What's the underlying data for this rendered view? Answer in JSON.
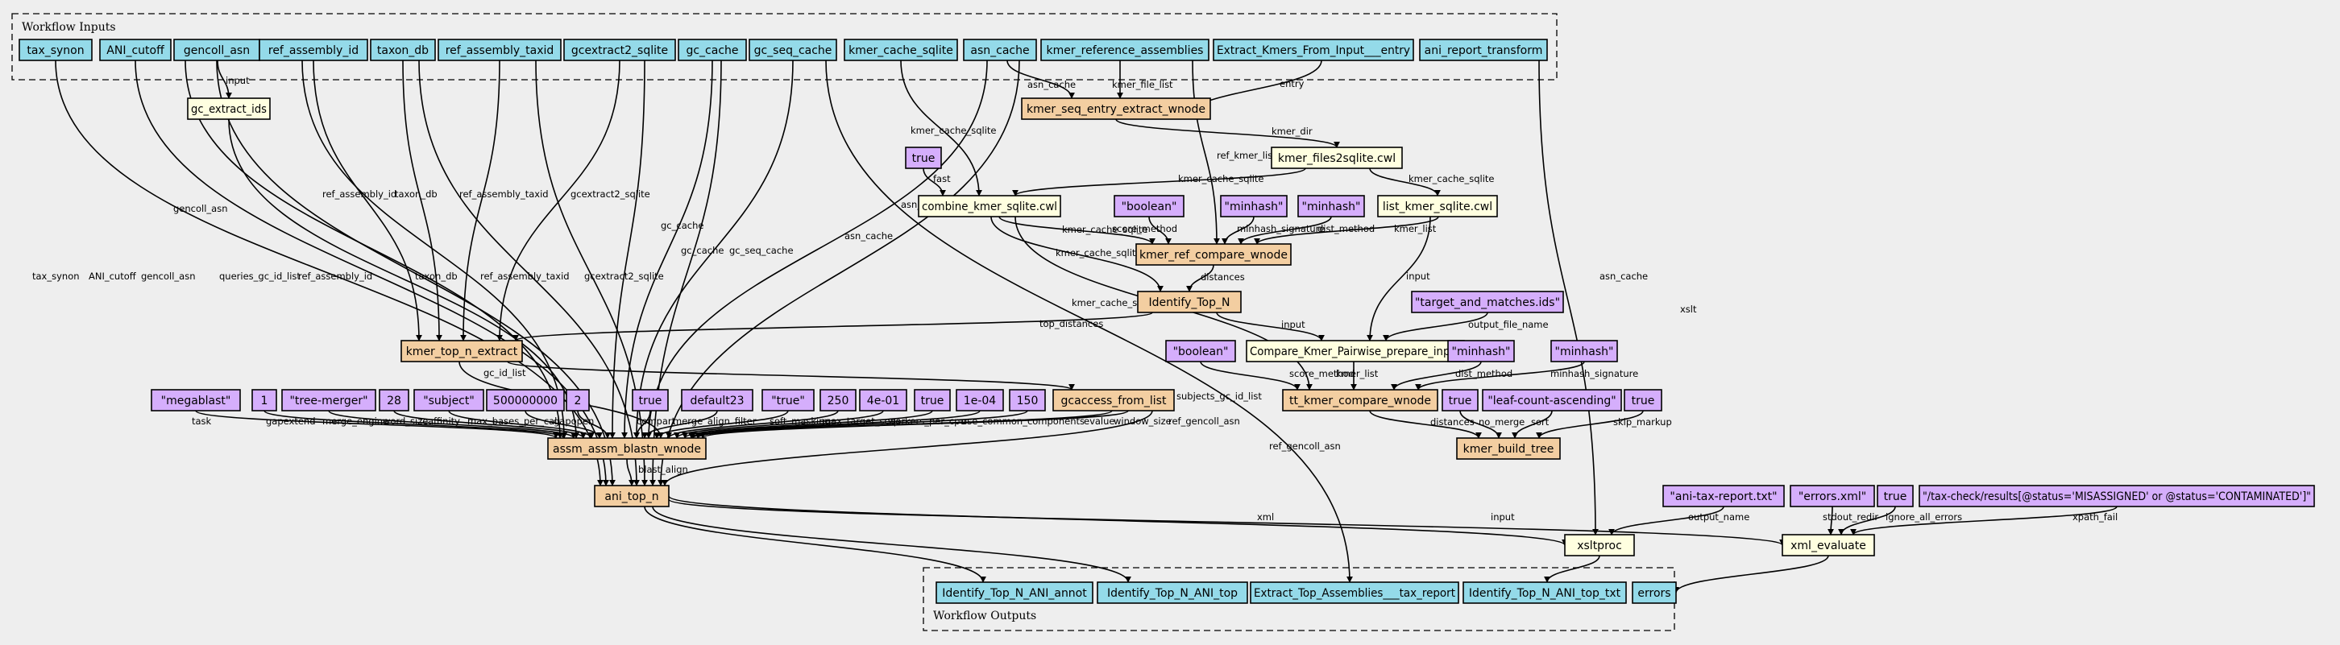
{
  "colors": {
    "input": "#94dae9",
    "output": "#94dae9",
    "step": "#f3cea1",
    "tool": "#ffffe0",
    "value": "#d5aefc",
    "background": "#eeeeee"
  },
  "clusters": {
    "inputs": "Workflow Inputs",
    "outputs": "Workflow Outputs"
  },
  "nodes": {
    "tax_synon": "tax_synon",
    "ani_cutoff": "ANI_cutoff",
    "gencoll_asn": "gencoll_asn",
    "ref_assembly_id": "ref_assembly_id",
    "taxon_db": "taxon_db",
    "ref_assembly_taxid": "ref_assembly_taxid",
    "gcextract2_sqlite": "gcextract2_sqlite",
    "gc_cache": "gc_cache",
    "gc_seq_cache": "gc_seq_cache",
    "kmer_cache_sqlite": "kmer_cache_sqlite",
    "asn_cache": "asn_cache",
    "kmer_reference_assemblies": "kmer_reference_assemblies",
    "extract_kmers_entry": "Extract_Kmers_From_Input___entry",
    "ani_report_transform": "ani_report_transform",
    "gc_extract_ids": "gc_extract_ids",
    "kmer_seq_entry": "kmer_seq_entry_extract_wnode",
    "kmer_files2sqlite": "kmer_files2sqlite.cwl",
    "v_true_fast": "true",
    "combine_kmer": "combine_kmer_sqlite.cwl",
    "list_kmer": "list_kmer_sqlite.cwl",
    "v_boolean_1": "\"boolean\"",
    "v_minhash_1": "\"minhash\"",
    "v_minhash_2": "\"minhash\"",
    "kmer_ref_compare": "kmer_ref_compare_wnode",
    "identify_top_n": "Identify_Top_N",
    "v_target_matches": "\"target_and_matches.ids\"",
    "kmer_top_n_extract": "kmer_top_n_extract",
    "v_boolean_2": "\"boolean\"",
    "compare_prepare": "Compare_Kmer_Pairwise_prepare_input",
    "v_minhash_3": "\"minhash\"",
    "v_minhash_4": "\"minhash\"",
    "v_megablast": "\"megablast\"",
    "v_1": "1",
    "v_tree_merger": "\"tree-merger\"",
    "v_28": "28",
    "v_subject": "\"subject\"",
    "v_500000000": "500000000",
    "v_2": "2",
    "v_true_compart": "true",
    "v_default23": "default23",
    "v_true_str": "\"true\"",
    "v_250": "250",
    "v_4e01": "4e-01",
    "v_true_workers": "true",
    "v_1e04": "1e-04",
    "v_150": "150",
    "gcaccess": "gcaccess_from_list",
    "tt_kmer_compare": "tt_kmer_compare_wnode",
    "v_true_nomerge": "true",
    "v_leaf_count": "\"leaf-count-ascending\"",
    "v_true_skip": "true",
    "assm_blastn": "assm_assm_blastn_wnode",
    "kmer_build_tree": "kmer_build_tree",
    "ani_top_n": "ani_top_n",
    "v_ani_report": "\"ani-tax-report.txt\"",
    "v_errors_xml": "\"errors.xml\"",
    "v_true_ignore": "true",
    "v_xpath": "\"/tax-check/results[@status='MISASSIGNED' or @status='CONTAMINATED']\"",
    "xsltproc": "xsltproc",
    "xml_evaluate": "xml_evaluate",
    "out_annot": "Identify_Top_N_ANI_annot",
    "out_top": "Identify_Top_N_ANI_top",
    "out_tax_report": "Extract_Top_Assemblies___tax_report",
    "out_top_txt": "Identify_Top_N_ANI_top_txt",
    "out_errors": "errors"
  },
  "edge_labels": {
    "input": "input",
    "asn_cache": "asn_cache",
    "kmer_file_list": "kmer_file_list",
    "entry": "entry",
    "kmer_dir": "kmer_dir",
    "ref_kmer_list": "ref_kmer_list",
    "fast": "fast",
    "kmer_cache_sqlite": "kmer_cache_sqlite",
    "score_method": "score_method",
    "minhash_signature": "minhash_signature",
    "dist_method": "dist_method",
    "kmer_list": "kmer_list",
    "distances": "distances",
    "top_distances": "top_distances",
    "output_file_name": "output_file_name",
    "ref_assembly_id": "ref_assembly_id",
    "taxon_db": "taxon_db",
    "ref_assembly_taxid": "ref_assembly_taxid",
    "gcextract2_sqlite": "gcextract2_sqlite",
    "gc_cache": "gc_cache",
    "gc_seq_cache": "gc_seq_cache",
    "gencoll_asn": "gencoll_asn",
    "tax_synon": "tax_synon",
    "ani_cutoff": "ANI_cutoff",
    "queries_gc_id_list": "queries_gc_id_list",
    "gc_id_list": "gc_id_list",
    "subjects_gc_id_list": "subjects_gc_id_list",
    "task": "task",
    "gapextend": "gapextend",
    "merge_engine": "merge_engine",
    "word_size": "word_size",
    "affinity": "affinity",
    "max_bases_per_call": "max_bases_per_call",
    "gapopen": "gapopen",
    "compart": "compart",
    "merge_align_filter": "merge_align_filter",
    "soft_masking": "soft_masking",
    "max_target_seqs": "max_target_seqs",
    "workers_per_cpu": "workers_per_cpu",
    "use_common_components": "use_common_components",
    "evalue": "evalue",
    "window_size": "window_size",
    "ref_gencoll_asn": "ref_gencoll_asn",
    "no_merge": "no_merge",
    "sort": "sort",
    "skip_markup": "skip_markup",
    "blast_align": "blast_align",
    "xslt": "xslt",
    "xml": "xml",
    "output_name": "output_name",
    "stdout_redir": "stdout_redir",
    "ignore_all_errors": "ignore_all_errors",
    "xpath_fail": "xpath_fail"
  }
}
